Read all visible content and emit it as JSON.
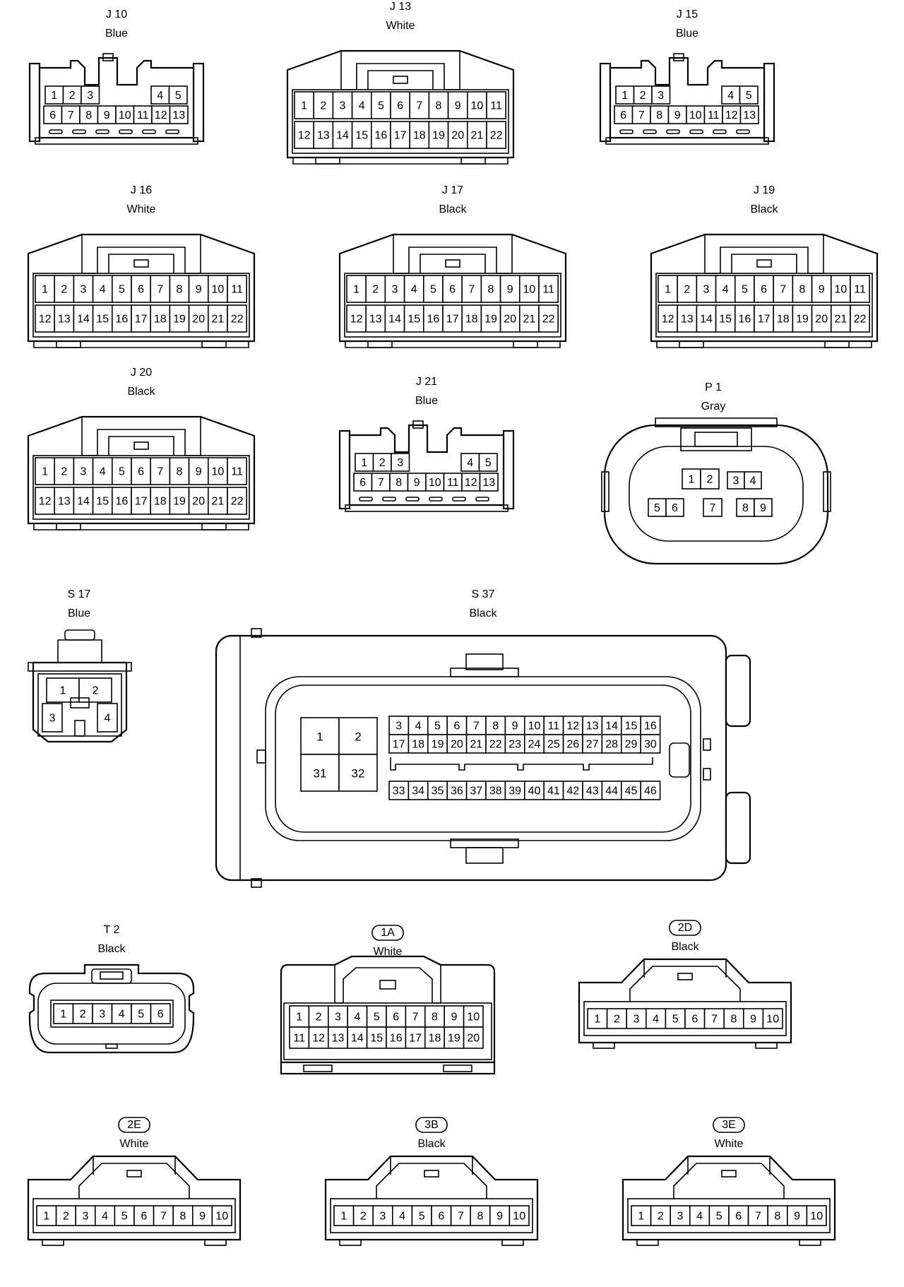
{
  "connectors": {
    "J10": {
      "name": "J 10",
      "color": "Blue",
      "row1": [
        "1",
        "2",
        "3",
        "4",
        "5"
      ],
      "row2": [
        "6",
        "7",
        "8",
        "9",
        "10",
        "11",
        "12",
        "13"
      ]
    },
    "J13": {
      "name": "J 13",
      "color": "White",
      "row1": [
        "1",
        "2",
        "3",
        "4",
        "5",
        "6",
        "7",
        "8",
        "9",
        "10",
        "11"
      ],
      "row2": [
        "12",
        "13",
        "14",
        "15",
        "16",
        "17",
        "18",
        "19",
        "20",
        "21",
        "22"
      ]
    },
    "J15": {
      "name": "J 15",
      "color": "Blue",
      "row1": [
        "1",
        "2",
        "3",
        "4",
        "5"
      ],
      "row2": [
        "6",
        "7",
        "8",
        "9",
        "10",
        "11",
        "12",
        "13"
      ]
    },
    "J16": {
      "name": "J 16",
      "color": "White",
      "row1": [
        "1",
        "2",
        "3",
        "4",
        "5",
        "6",
        "7",
        "8",
        "9",
        "10",
        "11"
      ],
      "row2": [
        "12",
        "13",
        "14",
        "15",
        "16",
        "17",
        "18",
        "19",
        "20",
        "21",
        "22"
      ]
    },
    "J17": {
      "name": "J 17",
      "color": "Black",
      "row1": [
        "1",
        "2",
        "3",
        "4",
        "5",
        "6",
        "7",
        "8",
        "9",
        "10",
        "11"
      ],
      "row2": [
        "12",
        "13",
        "14",
        "15",
        "16",
        "17",
        "18",
        "19",
        "20",
        "21",
        "22"
      ]
    },
    "J19": {
      "name": "J 19",
      "color": "Black",
      "row1": [
        "1",
        "2",
        "3",
        "4",
        "5",
        "6",
        "7",
        "8",
        "9",
        "10",
        "11"
      ],
      "row2": [
        "12",
        "13",
        "14",
        "15",
        "16",
        "17",
        "18",
        "19",
        "20",
        "21",
        "22"
      ]
    },
    "J20": {
      "name": "J 20",
      "color": "Black",
      "row1": [
        "1",
        "2",
        "3",
        "4",
        "5",
        "6",
        "7",
        "8",
        "9",
        "10",
        "11"
      ],
      "row2": [
        "12",
        "13",
        "14",
        "15",
        "16",
        "17",
        "18",
        "19",
        "20",
        "21",
        "22"
      ]
    },
    "J21": {
      "name": "J 21",
      "color": "Blue",
      "row1": [
        "1",
        "2",
        "3",
        "4",
        "5"
      ],
      "row2": [
        "6",
        "7",
        "8",
        "9",
        "10",
        "11",
        "12",
        "13"
      ]
    },
    "P1": {
      "name": "P 1",
      "color": "Gray",
      "pins": [
        "1",
        "2",
        "3",
        "4",
        "5",
        "6",
        "7",
        "8",
        "9"
      ]
    },
    "S17": {
      "name": "S 17",
      "color": "Blue",
      "pins": [
        "1",
        "2",
        "3",
        "4"
      ]
    },
    "S37": {
      "name": "S 37",
      "color": "Black",
      "big": [
        "1",
        "2",
        "31",
        "32"
      ],
      "row1": [
        "3",
        "4",
        "5",
        "6",
        "7",
        "8",
        "9",
        "10",
        "11",
        "12",
        "13",
        "14",
        "15",
        "16"
      ],
      "row2": [
        "17",
        "18",
        "19",
        "20",
        "21",
        "22",
        "23",
        "24",
        "25",
        "26",
        "27",
        "28",
        "29",
        "30"
      ],
      "row3": [
        "33",
        "34",
        "35",
        "36",
        "37",
        "38",
        "39",
        "40",
        "41",
        "42",
        "43",
        "44",
        "45",
        "46"
      ]
    },
    "T2": {
      "name": "T 2",
      "color": "Black",
      "pins": [
        "1",
        "2",
        "3",
        "4",
        "5",
        "6"
      ]
    },
    "1A": {
      "name": "1A",
      "color": "White",
      "row1": [
        "1",
        "2",
        "3",
        "4",
        "5",
        "6",
        "7",
        "8",
        "9",
        "10"
      ],
      "row2": [
        "11",
        "12",
        "13",
        "14",
        "15",
        "16",
        "17",
        "18",
        "19",
        "20"
      ]
    },
    "2D": {
      "name": "2D",
      "color": "Black",
      "pins": [
        "1",
        "2",
        "3",
        "4",
        "5",
        "6",
        "7",
        "8",
        "9",
        "10"
      ]
    },
    "2E": {
      "name": "2E",
      "color": "White",
      "pins": [
        "1",
        "2",
        "3",
        "4",
        "5",
        "6",
        "7",
        "8",
        "9",
        "10"
      ]
    },
    "3B": {
      "name": "3B",
      "color": "Black",
      "pins": [
        "1",
        "2",
        "3",
        "4",
        "5",
        "6",
        "7",
        "8",
        "9",
        "10"
      ]
    },
    "3E": {
      "name": "3E",
      "color": "White",
      "pins": [
        "1",
        "2",
        "3",
        "4",
        "5",
        "6",
        "7",
        "8",
        "9",
        "10"
      ]
    }
  }
}
